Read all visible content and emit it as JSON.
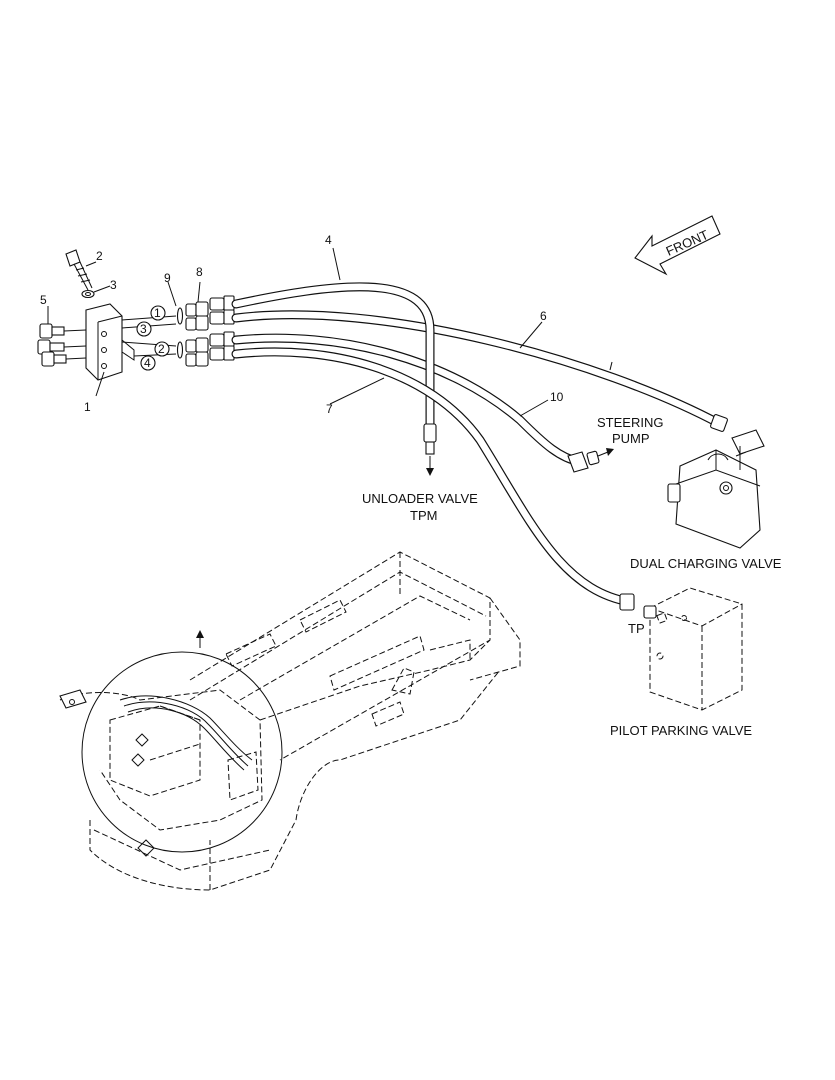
{
  "labels": {
    "front": "FRONT",
    "unloader_valve": "UNLOADER VALVE",
    "tpm": "TPM",
    "steering_pump_1": "STEERING",
    "steering_pump_2": "PUMP",
    "dual_charging_valve": "DUAL CHARGING VALVE",
    "pilot_parking_valve": "PILOT PARKING VALVE",
    "tp": "TP"
  },
  "callouts": {
    "c1": "1",
    "c2": "2",
    "c3": "3",
    "c4": "4",
    "c5": "5",
    "c6": "6",
    "c7": "7",
    "c8": "8",
    "c9": "9",
    "c10": "10"
  },
  "circled": {
    "k1": "1",
    "k2": "2",
    "k3": "3",
    "k4": "4"
  }
}
